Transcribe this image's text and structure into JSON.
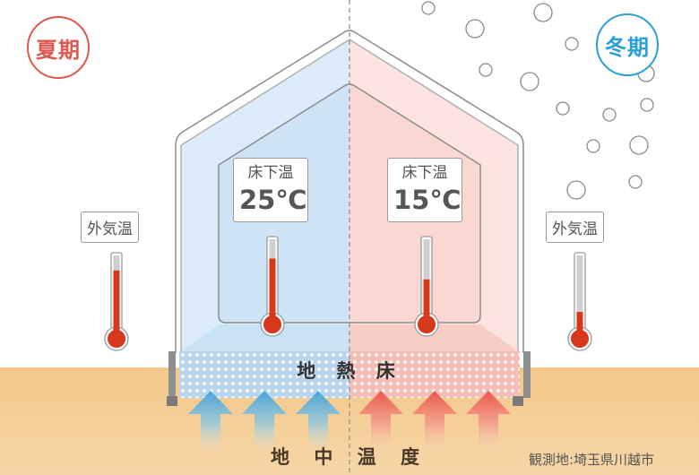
{
  "seasons": {
    "summer": "夏期",
    "winter": "冬期"
  },
  "outside_label": "外気温",
  "underfloor": {
    "summer": {
      "label": "床下温",
      "temp": "25℃"
    },
    "winter": {
      "label": "床下温",
      "temp": "15℃"
    }
  },
  "floor_label": "地 熱 床",
  "soil_label": "地 中 温 度",
  "observation": "観測地:埼玉県川越市",
  "thermometers": {
    "outside_summer": 0.8,
    "underfloor_summer": 0.75,
    "underfloor_winter": 0.48,
    "outside_winter": 0.25
  },
  "colors": {
    "summer": "#e0574f",
    "winter": "#2b9fd9",
    "soil": "#f2c98a",
    "mercury": "#d7381b",
    "cool_arrow": "#4fa7d6",
    "warm_arrow": "#e95b4b"
  }
}
